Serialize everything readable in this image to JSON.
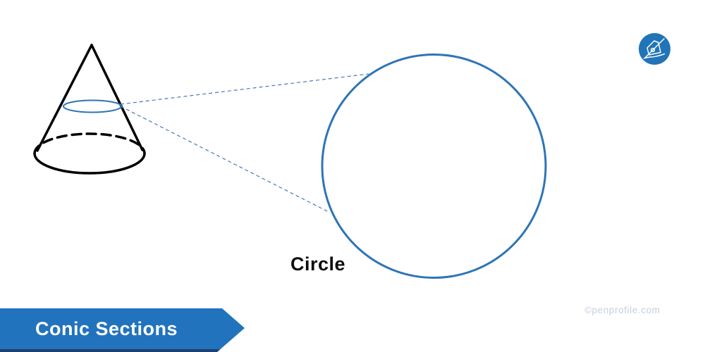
{
  "banner": {
    "label": "Conic Sections"
  },
  "diagram": {
    "figure": "cone-with-circular-cross-section",
    "section_label": "Circle"
  },
  "watermark": {
    "text": "©penprofile.com"
  },
  "logo": {
    "icon": "pen-writing-icon"
  },
  "colors": {
    "background": "#ffffff",
    "cone_stroke": "#000000",
    "diagram_blue": "#2e75b6",
    "projection_blue": "#4878ba",
    "banner_blue": "#2173bd",
    "banner_shadow": "#1e3f72",
    "banner_text": "#ffffff",
    "label_text": "#0d0d0d",
    "watermark_gray": "#c5d0e0",
    "logo_blue": "#2174b8"
  }
}
